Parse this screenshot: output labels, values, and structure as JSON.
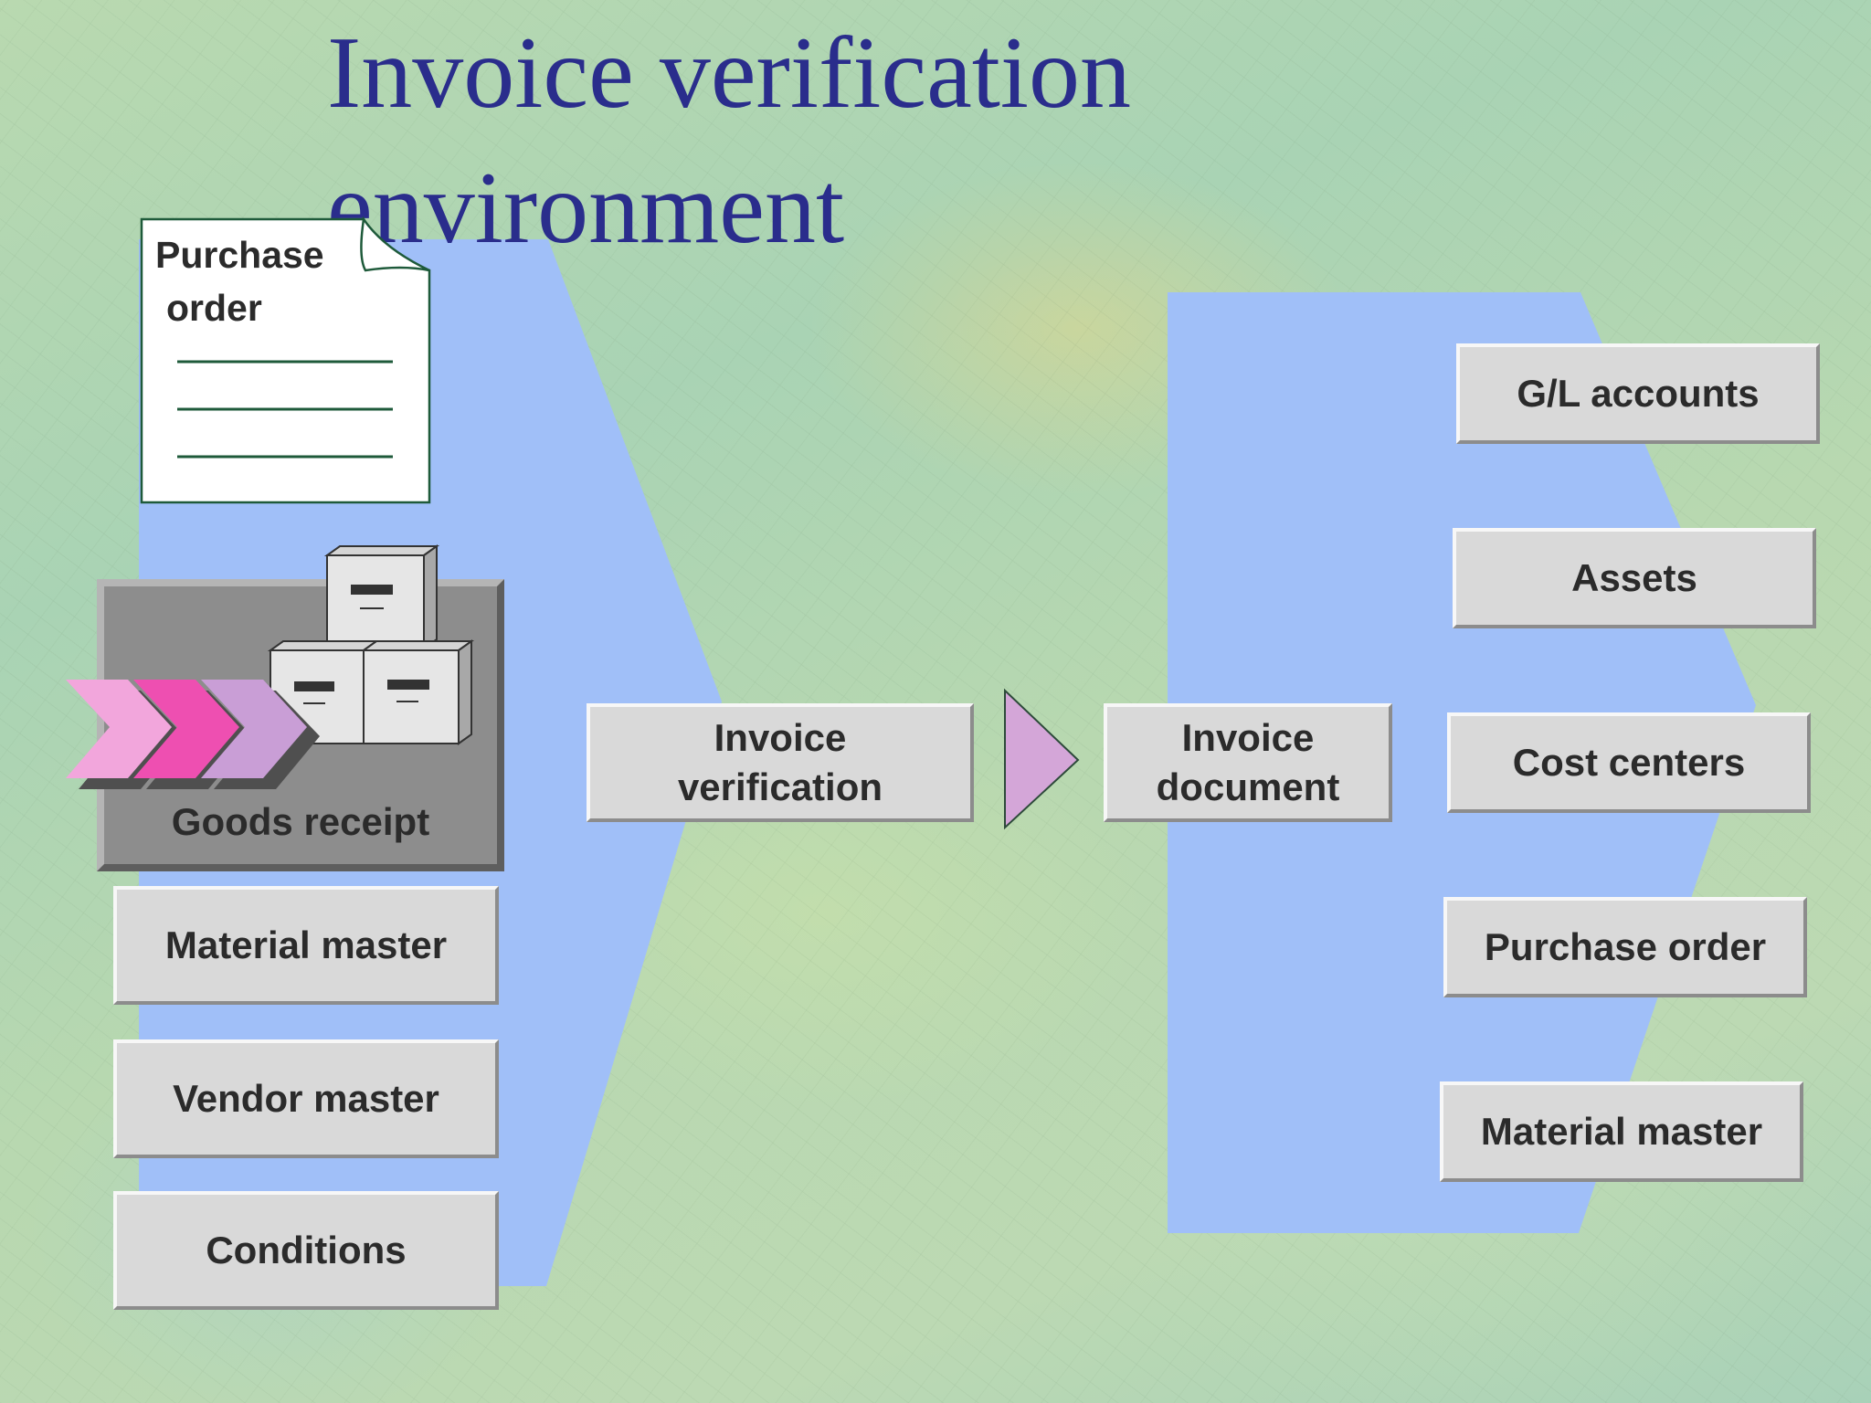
{
  "slide": {
    "title": "Invoice verification environment"
  },
  "inputs": {
    "purchase_order_doc": {
      "line1": "Purchase",
      "line2": "order"
    },
    "goods_receipt": "Goods receipt",
    "material_master": "Material master",
    "vendor_master": "Vendor master",
    "conditions": "Conditions"
  },
  "process": {
    "invoice_verification": "Invoice verification",
    "invoice_document": "Invoice document"
  },
  "outputs": {
    "gl_accounts": "G/L accounts",
    "assets": "Assets",
    "cost_centers": "Cost centers",
    "purchase_order": "Purchase order",
    "material_master": "Material master"
  },
  "icons": [
    "document-icon",
    "filing-cabinet-icon",
    "chevron-arrows-icon",
    "triangle-arrow-icon"
  ],
  "colors": {
    "title": "#2a2d8c",
    "blue_panel": "#a0bff8",
    "box_fill": "#d9d9d9",
    "goods_receipt_fill": "#8d8d8d",
    "arrow_pink": "#f2a6dc",
    "arrow_magenta": "#ee4fb1",
    "arrow_lilac": "#c99ed6"
  }
}
